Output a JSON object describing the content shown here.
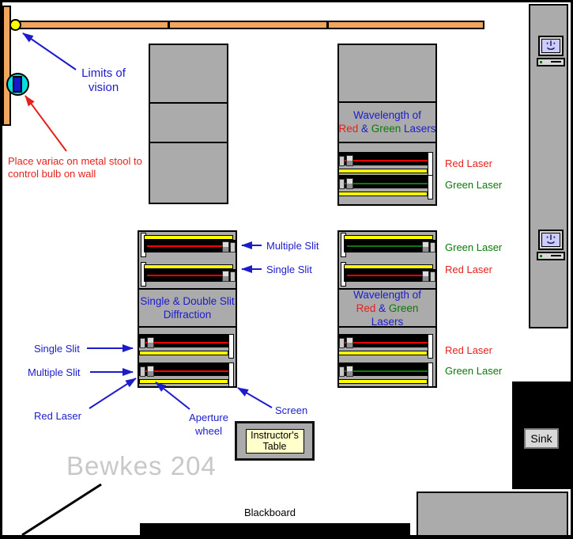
{
  "room": {
    "name": "Bewkes 204",
    "blackboard": "Blackboard",
    "sink": "Sink",
    "instructor_table": "Instructor's Table"
  },
  "annotations": {
    "limits_of_vision": "Limits of vision",
    "variac_note": "Place variac on metal stool to control bulb on wall",
    "single_slit": "Single Slit",
    "multiple_slit": "Multiple Slit",
    "red_laser": "Red Laser",
    "green_laser": "Green Laser",
    "aperture_wheel": "Aperture wheel",
    "screen": "Screen"
  },
  "tables": {
    "diffraction_title": "Single & Double Slit Diffraction",
    "wavelength_line1": [
      {
        "text": "Wavelength of",
        "color": "#1c1ccd"
      }
    ],
    "wavelength_line2": [
      {
        "text": "Red",
        "color": "#e5211b"
      },
      {
        "text": " & ",
        "color": "#1c1ccd"
      },
      {
        "text": "Green",
        "color": "#0a7a0a"
      },
      {
        "text": " Lasers",
        "color": "#1c1ccd"
      }
    ]
  },
  "icons": {
    "computer": "classic-macintosh-icon"
  },
  "colors": {
    "wall_meter_stick": "#f0a55f",
    "bulb": "#ffff00",
    "stool": "#00e0e0",
    "variac": "#1616cc",
    "table_gray": "#ababab",
    "bench_meter_stick": "#ffff00",
    "red_beam": "#ff0000",
    "green_beam": "#0c7a0c",
    "label_blue": "#1c1ccd",
    "label_red": "#e5211b",
    "label_green": "#0a7a0a",
    "instructor_fill": "#ffffcc",
    "room_name_gray": "#c8c8c8"
  }
}
